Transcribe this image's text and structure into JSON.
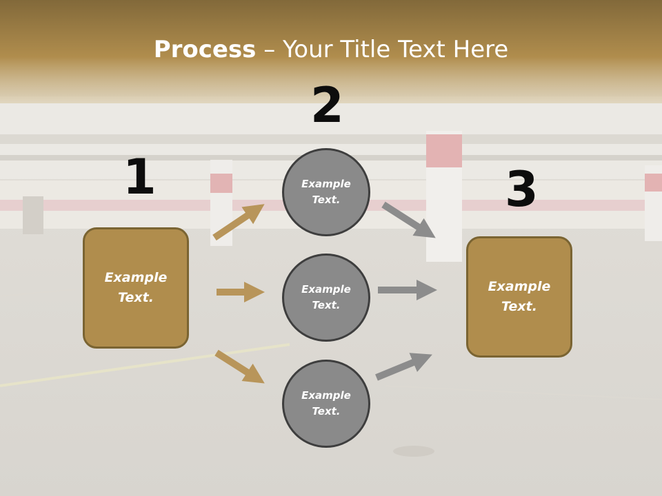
{
  "title": {
    "bold": "Process",
    "rest": " – Your Title Text Here"
  },
  "steps": {
    "one": "1",
    "two": "2",
    "three": "3"
  },
  "nodes": {
    "left_box": "Example Text.",
    "top_circle": "Example Text.",
    "middle_circle": "Example Text.",
    "bottom_circle": "Example Text.",
    "right_box": "Example Text."
  },
  "colors": {
    "gold": "#b08d4d",
    "gray": "#8a8a8a",
    "arrow_gold": "#b8955a",
    "arrow_gray": "#8c8c8c"
  }
}
